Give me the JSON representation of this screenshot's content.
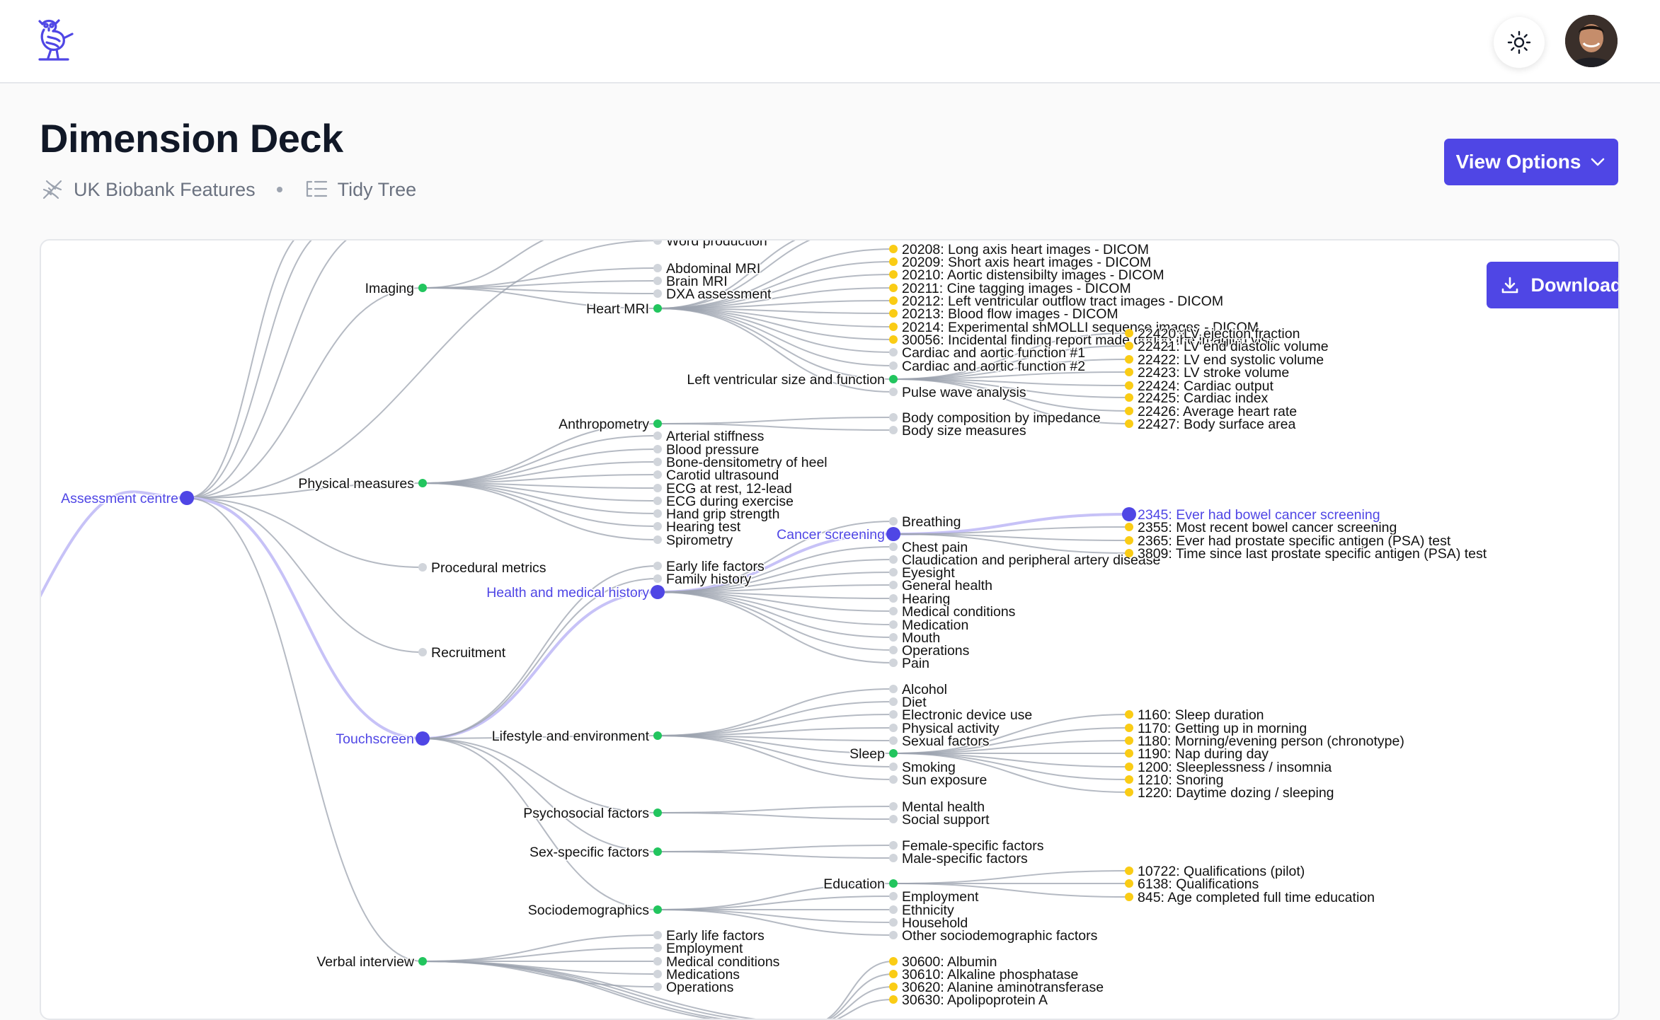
{
  "header": {
    "logo_icon": "owl-logo-icon",
    "theme_icon": "sun-icon",
    "avatar_icon": "user-avatar"
  },
  "page": {
    "title": "Dimension Deck",
    "dataset_label": "UK Biobank Features",
    "dataset_icon": "dna-icon",
    "view_label": "Tidy Tree",
    "view_icon": "tree-list-icon"
  },
  "buttons": {
    "view_options": "View Options",
    "download": "Download"
  },
  "colors": {
    "accent": "#4f46e5",
    "highlight_link": "#c7c2f7",
    "node_branch": "#22c55e",
    "node_leaf_empty": "#d1d5db",
    "node_field": "#facc15",
    "link": "#9ca3af"
  },
  "tree": {
    "nodes": [
      {
        "id": "ac",
        "label": "Assessment centre",
        "kind": "hl",
        "highlight": true
      },
      {
        "id": "imaging",
        "label": "Imaging",
        "kind": "branch",
        "parent": "ac"
      },
      {
        "id": "wordprod",
        "label": "Word production",
        "kind": "leaf",
        "parent": "ac"
      },
      {
        "id": "abdmri",
        "label": "Abdominal MRI",
        "kind": "leaf",
        "parent": "imaging"
      },
      {
        "id": "brainmri",
        "label": "Brain MRI",
        "kind": "leaf",
        "parent": "imaging"
      },
      {
        "id": "dxa",
        "label": "DXA assessment",
        "kind": "leaf",
        "parent": "imaging"
      },
      {
        "id": "heartmri",
        "label": "Heart MRI",
        "kind": "branch",
        "parent": "imaging"
      },
      {
        "id": "f20208",
        "label": "20208: Long axis heart images - DICOM",
        "kind": "field",
        "parent": "heartmri"
      },
      {
        "id": "f20209",
        "label": "20209: Short axis heart images - DICOM",
        "kind": "field",
        "parent": "heartmri"
      },
      {
        "id": "f20210",
        "label": "20210: Aortic distensibilty images - DICOM",
        "kind": "field",
        "parent": "heartmri"
      },
      {
        "id": "f20211",
        "label": "20211: Cine tagging images - DICOM",
        "kind": "field",
        "parent": "heartmri"
      },
      {
        "id": "f20212",
        "label": "20212: Left ventricular outflow tract images - DICOM",
        "kind": "field",
        "parent": "heartmri"
      },
      {
        "id": "f20213",
        "label": "20213: Blood flow images - DICOM",
        "kind": "field",
        "parent": "heartmri"
      },
      {
        "id": "f20214",
        "label": "20214: Experimental shMOLLI sequence images - DICOM",
        "kind": "field",
        "parent": "heartmri"
      },
      {
        "id": "f30056",
        "label": "30056: Incidental finding report made during the imaging visit",
        "kind": "field",
        "parent": "heartmri"
      },
      {
        "id": "caf1",
        "label": "Cardiac and aortic function #1",
        "kind": "leaf",
        "parent": "heartmri"
      },
      {
        "id": "caf2",
        "label": "Cardiac and aortic function #2",
        "kind": "leaf",
        "parent": "heartmri"
      },
      {
        "id": "lvsf",
        "label": "Left ventricular size and function",
        "kind": "branch",
        "parent": "heartmri"
      },
      {
        "id": "pwa",
        "label": "Pulse wave analysis",
        "kind": "leaf",
        "parent": "heartmri"
      },
      {
        "id": "f22420",
        "label": "22420: LV ejection fraction",
        "kind": "field",
        "parent": "lvsf"
      },
      {
        "id": "f22421",
        "label": "22421: LV end diastolic volume",
        "kind": "field",
        "parent": "lvsf"
      },
      {
        "id": "f22422",
        "label": "22422: LV end systolic volume",
        "kind": "field",
        "parent": "lvsf"
      },
      {
        "id": "f22423",
        "label": "22423: LV stroke volume",
        "kind": "field",
        "parent": "lvsf"
      },
      {
        "id": "f22424",
        "label": "22424: Cardiac output",
        "kind": "field",
        "parent": "lvsf"
      },
      {
        "id": "f22425",
        "label": "22425: Cardiac index",
        "kind": "field",
        "parent": "lvsf"
      },
      {
        "id": "f22426",
        "label": "22426: Average heart rate",
        "kind": "field",
        "parent": "lvsf"
      },
      {
        "id": "f22427",
        "label": "22427: Body surface area",
        "kind": "field",
        "parent": "lvsf"
      },
      {
        "id": "physical",
        "label": "Physical measures",
        "kind": "branch",
        "parent": "ac"
      },
      {
        "id": "anthro",
        "label": "Anthropometry",
        "kind": "branch",
        "parent": "physical"
      },
      {
        "id": "bci",
        "label": "Body composition by impedance",
        "kind": "leaf",
        "parent": "anthro"
      },
      {
        "id": "bsm",
        "label": "Body size measures",
        "kind": "leaf",
        "parent": "anthro"
      },
      {
        "id": "arterial",
        "label": "Arterial stiffness",
        "kind": "leaf",
        "parent": "physical"
      },
      {
        "id": "bp",
        "label": "Blood pressure",
        "kind": "leaf",
        "parent": "physical"
      },
      {
        "id": "bone",
        "label": "Bone-densitometry of heel",
        "kind": "leaf",
        "parent": "physical"
      },
      {
        "id": "carotid",
        "label": "Carotid ultrasound",
        "kind": "leaf",
        "parent": "physical"
      },
      {
        "id": "ecgrest",
        "label": "ECG at rest, 12-lead",
        "kind": "leaf",
        "parent": "physical"
      },
      {
        "id": "ecgex",
        "label": "ECG during exercise",
        "kind": "leaf",
        "parent": "physical"
      },
      {
        "id": "grip",
        "label": "Hand grip strength",
        "kind": "leaf",
        "parent": "physical"
      },
      {
        "id": "hearingtest",
        "label": "Hearing test",
        "kind": "leaf",
        "parent": "physical"
      },
      {
        "id": "spiro",
        "label": "Spirometry",
        "kind": "leaf",
        "parent": "physical"
      },
      {
        "id": "procedural",
        "label": "Procedural metrics",
        "kind": "leaf",
        "parent": "ac"
      },
      {
        "id": "recruitment",
        "label": "Recruitment",
        "kind": "leaf",
        "parent": "ac"
      },
      {
        "id": "touchscreen",
        "label": "Touchscreen",
        "kind": "hl",
        "highlight": true,
        "parent": "ac"
      },
      {
        "id": "hmh",
        "label": "Health and medical history",
        "kind": "hl",
        "highlight": true,
        "parent": "touchscreen"
      },
      {
        "id": "elf1",
        "label": "Early life factors",
        "kind": "leaf",
        "parent": "touchscreen"
      },
      {
        "id": "famhist",
        "label": "Family history",
        "kind": "leaf",
        "parent": "touchscreen"
      },
      {
        "id": "breathing",
        "label": "Breathing",
        "kind": "leaf",
        "parent": "hmh"
      },
      {
        "id": "cancer",
        "label": "Cancer screening",
        "kind": "hl",
        "highlight": true,
        "parent": "hmh"
      },
      {
        "id": "chestpain",
        "label": "Chest pain",
        "kind": "leaf",
        "parent": "hmh"
      },
      {
        "id": "claud",
        "label": "Claudication and peripheral artery disease",
        "kind": "leaf",
        "parent": "hmh"
      },
      {
        "id": "eyesight",
        "label": "Eyesight",
        "kind": "leaf",
        "parent": "hmh"
      },
      {
        "id": "genhealth",
        "label": "General health",
        "kind": "leaf",
        "parent": "hmh"
      },
      {
        "id": "hearing",
        "label": "Hearing",
        "kind": "leaf",
        "parent": "hmh"
      },
      {
        "id": "medcond1",
        "label": "Medical conditions",
        "kind": "leaf",
        "parent": "hmh"
      },
      {
        "id": "medication",
        "label": "Medication",
        "kind": "leaf",
        "parent": "hmh"
      },
      {
        "id": "mouth",
        "label": "Mouth",
        "kind": "leaf",
        "parent": "hmh"
      },
      {
        "id": "operations1",
        "label": "Operations",
        "kind": "leaf",
        "parent": "hmh"
      },
      {
        "id": "pain",
        "label": "Pain",
        "kind": "leaf",
        "parent": "hmh"
      },
      {
        "id": "f2345",
        "label": "2345: Ever had bowel cancer screening",
        "kind": "hl",
        "highlight": true,
        "parent": "cancer"
      },
      {
        "id": "f2355",
        "label": "2355: Most recent bowel cancer screening",
        "kind": "field",
        "parent": "cancer"
      },
      {
        "id": "f2365",
        "label": "2365: Ever had prostate specific antigen (PSA) test",
        "kind": "field",
        "parent": "cancer"
      },
      {
        "id": "f3809",
        "label": "3809: Time since last prostate specific antigen (PSA) test",
        "kind": "field",
        "parent": "cancer"
      },
      {
        "id": "lifestyle",
        "label": "Lifestyle and environment",
        "kind": "branch",
        "parent": "touchscreen"
      },
      {
        "id": "alcohol",
        "label": "Alcohol",
        "kind": "leaf",
        "parent": "lifestyle"
      },
      {
        "id": "diet",
        "label": "Diet",
        "kind": "leaf",
        "parent": "lifestyle"
      },
      {
        "id": "electronic",
        "label": "Electronic device use",
        "kind": "leaf",
        "parent": "lifestyle"
      },
      {
        "id": "physact",
        "label": "Physical activity",
        "kind": "leaf",
        "parent": "lifestyle"
      },
      {
        "id": "sexual",
        "label": "Sexual factors",
        "kind": "leaf",
        "parent": "lifestyle"
      },
      {
        "id": "sleep",
        "label": "Sleep",
        "kind": "branch",
        "parent": "lifestyle"
      },
      {
        "id": "smoking",
        "label": "Smoking",
        "kind": "leaf",
        "parent": "lifestyle"
      },
      {
        "id": "sun",
        "label": "Sun exposure",
        "kind": "leaf",
        "parent": "lifestyle"
      },
      {
        "id": "f1160",
        "label": "1160: Sleep duration",
        "kind": "field",
        "parent": "sleep"
      },
      {
        "id": "f1170",
        "label": "1170: Getting up in morning",
        "kind": "field",
        "parent": "sleep"
      },
      {
        "id": "f1180",
        "label": "1180: Morning/evening person (chronotype)",
        "kind": "field",
        "parent": "sleep"
      },
      {
        "id": "f1190",
        "label": "1190: Nap during day",
        "kind": "field",
        "parent": "sleep"
      },
      {
        "id": "f1200",
        "label": "1200: Sleeplessness / insomnia",
        "kind": "field",
        "parent": "sleep"
      },
      {
        "id": "f1210",
        "label": "1210: Snoring",
        "kind": "field",
        "parent": "sleep"
      },
      {
        "id": "f1220",
        "label": "1220: Daytime dozing / sleeping",
        "kind": "field",
        "parent": "sleep"
      },
      {
        "id": "psycho",
        "label": "Psychosocial factors",
        "kind": "branch",
        "parent": "touchscreen"
      },
      {
        "id": "mental",
        "label": "Mental health",
        "kind": "leaf",
        "parent": "psycho"
      },
      {
        "id": "social",
        "label": "Social support",
        "kind": "leaf",
        "parent": "psycho"
      },
      {
        "id": "sexspec",
        "label": "Sex-specific factors",
        "kind": "branch",
        "parent": "touchscreen"
      },
      {
        "id": "female",
        "label": "Female-specific factors",
        "kind": "leaf",
        "parent": "sexspec"
      },
      {
        "id": "male",
        "label": "Male-specific factors",
        "kind": "leaf",
        "parent": "sexspec"
      },
      {
        "id": "sociodemo",
        "label": "Sociodemographics",
        "kind": "branch",
        "parent": "touchscreen"
      },
      {
        "id": "education",
        "label": "Education",
        "kind": "branch",
        "parent": "sociodemo"
      },
      {
        "id": "employment1",
        "label": "Employment",
        "kind": "leaf",
        "parent": "sociodemo"
      },
      {
        "id": "ethnicity",
        "label": "Ethnicity",
        "kind": "leaf",
        "parent": "sociodemo"
      },
      {
        "id": "household",
        "label": "Household",
        "kind": "leaf",
        "parent": "sociodemo"
      },
      {
        "id": "othersocio",
        "label": "Other sociodemographic factors",
        "kind": "leaf",
        "parent": "sociodemo"
      },
      {
        "id": "f10722",
        "label": "10722: Qualifications (pilot)",
        "kind": "field",
        "parent": "education"
      },
      {
        "id": "f6138",
        "label": "6138: Qualifications",
        "kind": "field",
        "parent": "education"
      },
      {
        "id": "f845",
        "label": "845: Age completed full time education",
        "kind": "field",
        "parent": "education"
      },
      {
        "id": "verbal",
        "label": "Verbal interview",
        "kind": "branch",
        "parent": "ac"
      },
      {
        "id": "elf2",
        "label": "Early life factors",
        "kind": "leaf",
        "parent": "verbal"
      },
      {
        "id": "employment2",
        "label": "Employment",
        "kind": "leaf",
        "parent": "verbal"
      },
      {
        "id": "medcond2",
        "label": "Medical conditions",
        "kind": "leaf",
        "parent": "verbal"
      },
      {
        "id": "medications",
        "label": "Medications",
        "kind": "leaf",
        "parent": "verbal"
      },
      {
        "id": "operations2",
        "label": "Operations",
        "kind": "leaf",
        "parent": "verbal"
      },
      {
        "id": "f30600",
        "label": "30600: Albumin",
        "kind": "field"
      },
      {
        "id": "f30610",
        "label": "30610: Alkaline phosphatase",
        "kind": "field"
      },
      {
        "id": "f30620",
        "label": "30620: Alanine aminotransferase",
        "kind": "field"
      },
      {
        "id": "f30630",
        "label": "30630: Apolipoprotein A",
        "kind": "field"
      }
    ]
  }
}
